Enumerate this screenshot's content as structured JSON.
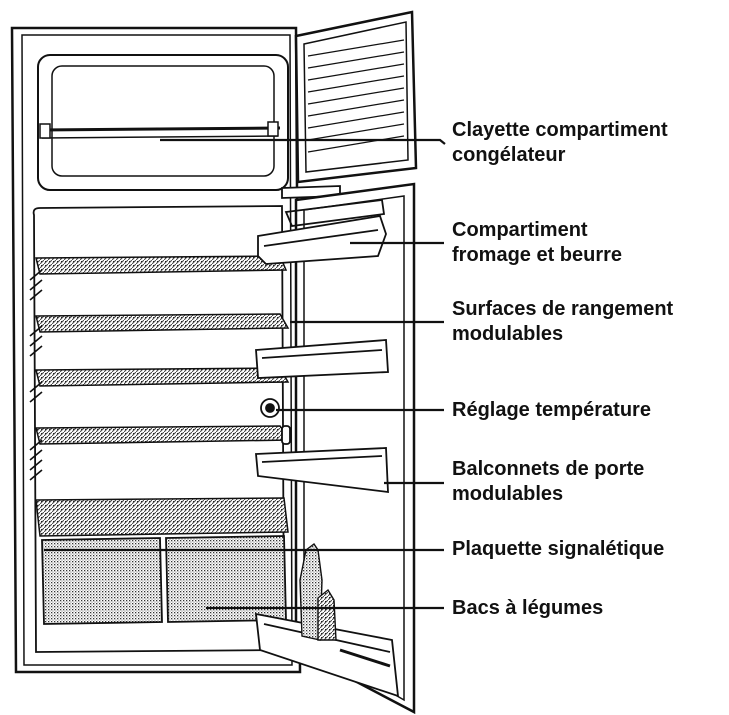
{
  "labels": [
    {
      "id": "freezer-shelf",
      "lines": [
        "Clayette compartiment",
        "congélateur"
      ]
    },
    {
      "id": "cheese-butter",
      "lines": [
        "Compartiment",
        "fromage et beurre"
      ]
    },
    {
      "id": "storage-surfaces",
      "lines": [
        "Surfaces de rangement",
        "modulables"
      ]
    },
    {
      "id": "temperature",
      "lines": [
        "Réglage température"
      ]
    },
    {
      "id": "door-balconies",
      "lines": [
        "Balconnets de porte",
        "modulables"
      ]
    },
    {
      "id": "rating-plate",
      "lines": [
        "Plaquette signalétique"
      ]
    },
    {
      "id": "vegetable-bins",
      "lines": [
        "Bacs à légumes"
      ]
    }
  ],
  "colors": {
    "ink": "#111111",
    "hatch": "#555555",
    "paper": "#ffffff"
  }
}
